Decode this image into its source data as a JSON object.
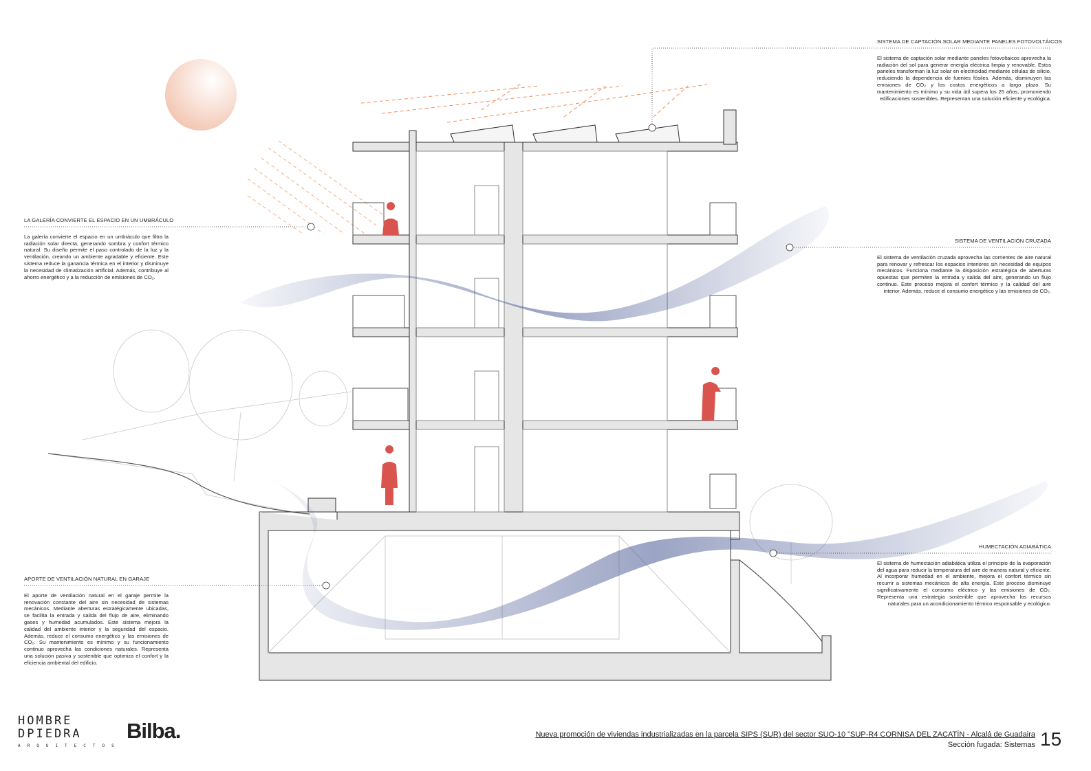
{
  "notes": {
    "solar": {
      "title": "SISTEMA DE CAPTACIÓN SOLAR MEDIANTE PANELES FOTOVOLTÁICOS",
      "body": "El sistema de captación solar mediante paneles fotovoltaicos aprovecha la radiación del sol para generar energía eléctrica limpia y renovable. Estos paneles transforman la luz solar en electricidad mediante células de silicio, reduciendo la dependencia de fuentes fósiles. Además, disminuyen las emisiones de CO₂ y los costos energéticos a largo plazo. Su mantenimiento es mínimo y su vida útil supera los 25 años, promoviendo edificaciones sostenibles. Representan una solución eficiente y ecológica."
    },
    "galeria": {
      "title": "LA GALERÍA CONVIERTE EL ESPACIO EN UN UMBRÁCULO",
      "body": "La galería convierte el espacio en un umbráculo que filtra la radiación solar directa, generando sombra y confort térmico natural. Su diseño permite el paso controlado de la luz y la ventilación, creando un ambiente agradable y eficiente. Este sistema reduce la ganancia térmica en el interior y disminuye la necesidad de climatización artificial. Además, contribuye al ahorro energético y a la reducción de emisiones de CO₂."
    },
    "ventilacion": {
      "title": "SISTEMA DE VENTILACIÓN CRUZADA",
      "body": "El sistema de ventilación cruzada aprovecha las corrientes de aire natural para renovar y refrescar los espacios interiores sin necesidad de equipos mecánicos. Funciona mediante la disposición estratégica de aberturas opuestas que permiten la entrada y salida del aire, generando un flujo continuo. Este proceso mejora el confort térmico y la calidad del aire interior. Además, reduce el consumo energético y las emisiones de CO₂."
    },
    "garaje": {
      "title": "APORTE DE VENTILACIÓN NATURAL EN GARAJE",
      "body": "El aporte de ventilación natural en el garaje permite la renovación constante del aire sin necesidad de sistemas mecánicos. Mediante aberturas estratégicamente ubicadas, se facilita la entrada y salida del flujo de aire, eliminando gases y humedad acumulados. Este sistema mejora la calidad del ambiente interior y la seguridad del espacio. Además, reduce el consumo energético y las emisiones de CO₂. Su mantenimiento es mínimo y su funcionamiento continuo aprovecha las condiciones naturales. Representa una solución pasiva y sostenible que optimiza el confort y la eficiencia ambiental del edificio."
    },
    "humectacion": {
      "title": "HUMECTACIÓN ADIABÁTICA",
      "body": "El sistema de humectación adiabática utiliza el principio de la evaporación del agua para reducir la temperatura del aire de manera natural y eficiente. Al incorporar humedad en el ambiente, mejora el confort térmico sin recurrir a sistemas mecánicos de alta energía. Este proceso disminuye significativamente el consumo eléctrico y las emisiones de CO₂. Representa una estrategia sostenible que aprovecha los recursos naturales para un acondicionamiento térmico responsable y ecológico."
    }
  },
  "footer": {
    "project_title": "Nueva promoción de viviendas industrializadas en la parcela SIPS (SUR) del sector SUO-10 \"SUP-R4 CORNISA DEL ZACATÍN - Alcalá de Guadaira",
    "sheet_title": "Sección fugada: Sistemas",
    "page_number": "15",
    "logo_hp_line1": "HOMBRE",
    "logo_hp_line2": "DPIEDRA",
    "logo_hp_sub": "ARQUITECTOS",
    "logo_bilba": "Bilba."
  },
  "colors": {
    "sun": "#f2c2ad",
    "solar_rays": "#f08a5a",
    "airflow": "#4a5a94",
    "human": "#d9534f",
    "slab": "#e6e6e6"
  }
}
